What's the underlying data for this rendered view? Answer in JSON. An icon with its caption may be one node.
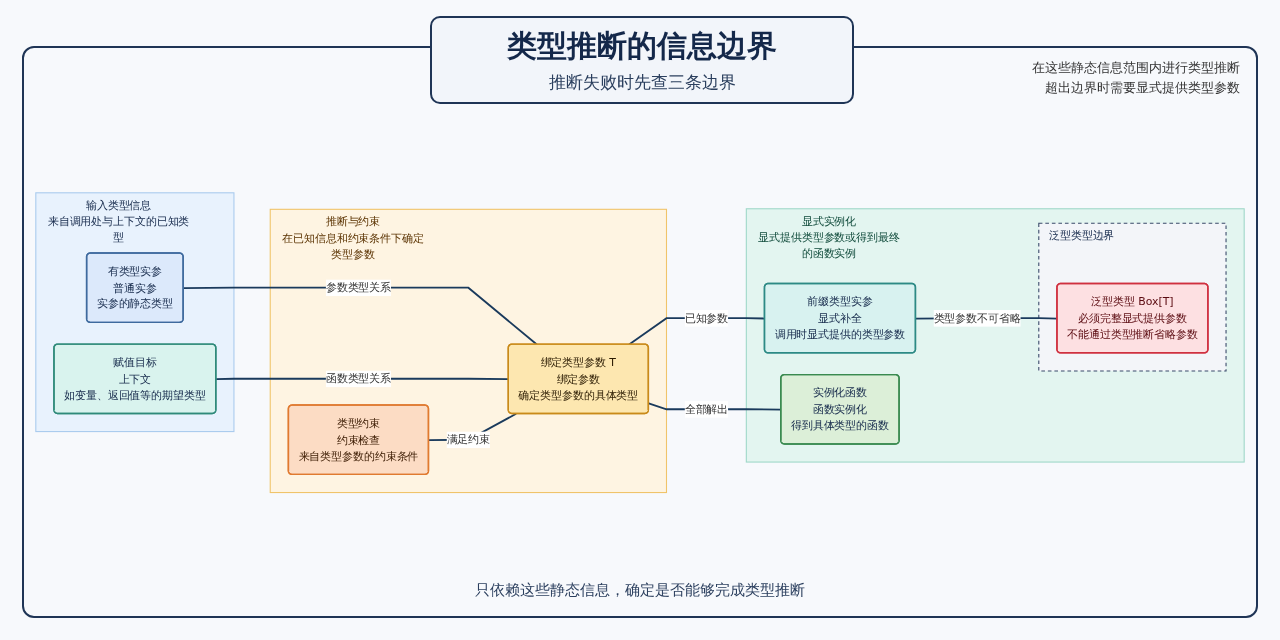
{
  "diagram": {
    "title": "类型推断的信息边界",
    "nodes": [
      {
        "text": [
          "输入类型信息",
          "来自调用处与上下文的已知类型"
        ]
      },
      {
        "text": [
          "有类型实参",
          "普通实参",
          "实参的静态类型"
        ],
        "in": 0
      },
      {
        "text": [
          "赋值目标",
          "上下文",
          "如变量、返回值等的期望类型"
        ],
        "in": 0
      },
      {
        "text": [
          "推断与约束",
          "在已知信息和约束条件下确定类型参数"
        ]
      },
      {
        "text": [
          "类型约束",
          "约束检查",
          "来自类型参数的约束条件"
        ],
        "in": 3
      },
      {
        "text": [
          "绑定类型参数 T",
          "绑定参数",
          "确定类型参数的具体类型"
        ],
        "in": 3
      },
      {
        "text": [
          "显式实例化",
          "显式提供类型参数或得到最终的函数实例"
        ]
      },
      {
        "text": [
          "前缀类型实参",
          "显式补全",
          "调用时显式提供的类型参数"
        ],
        "in": 6
      },
      {
        "text": [
          "泛型类型边界"
        ],
        "in": 6
      },
      {
        "text": [
          "泛型类型 Box[T]",
          "必须完整显式提供参数",
          "不能通过类型推断省略参数"
        ],
        "in": 8
      },
      {
        "text": [
          "实例化函数",
          "函数实例化",
          "得到具体类型的函数"
        ],
        "in": 6
      }
    ],
    "edges": [
      {
        "from": 1,
        "to": 5,
        "arrow": "none",
        "label": "参数类型关系"
      },
      {
        "from": 2,
        "to": 5,
        "arrow": "none",
        "label": "函数类型关系"
      },
      {
        "from": 4,
        "to": 5,
        "arrow": "none",
        "label": "满足约束"
      },
      {
        "from": 5,
        "to": 7,
        "arrow": "none",
        "label": "已知参数"
      },
      {
        "from": 7,
        "to": 9,
        "arrow": "none",
        "label": "类型参数不可省略"
      },
      {
        "from": 5,
        "to": 10,
        "arrow": "none",
        "label": "全部解出"
      }
    ],
    "labels": [
      "推断失败时先查三条边界",
      "在这些静态信息范围内进行类型推断",
      "超出边界时需要显式提供类型参数"
    ],
    "caption": "只依赖这些静态信息，确定是否能够完成类型推断"
  }
}
